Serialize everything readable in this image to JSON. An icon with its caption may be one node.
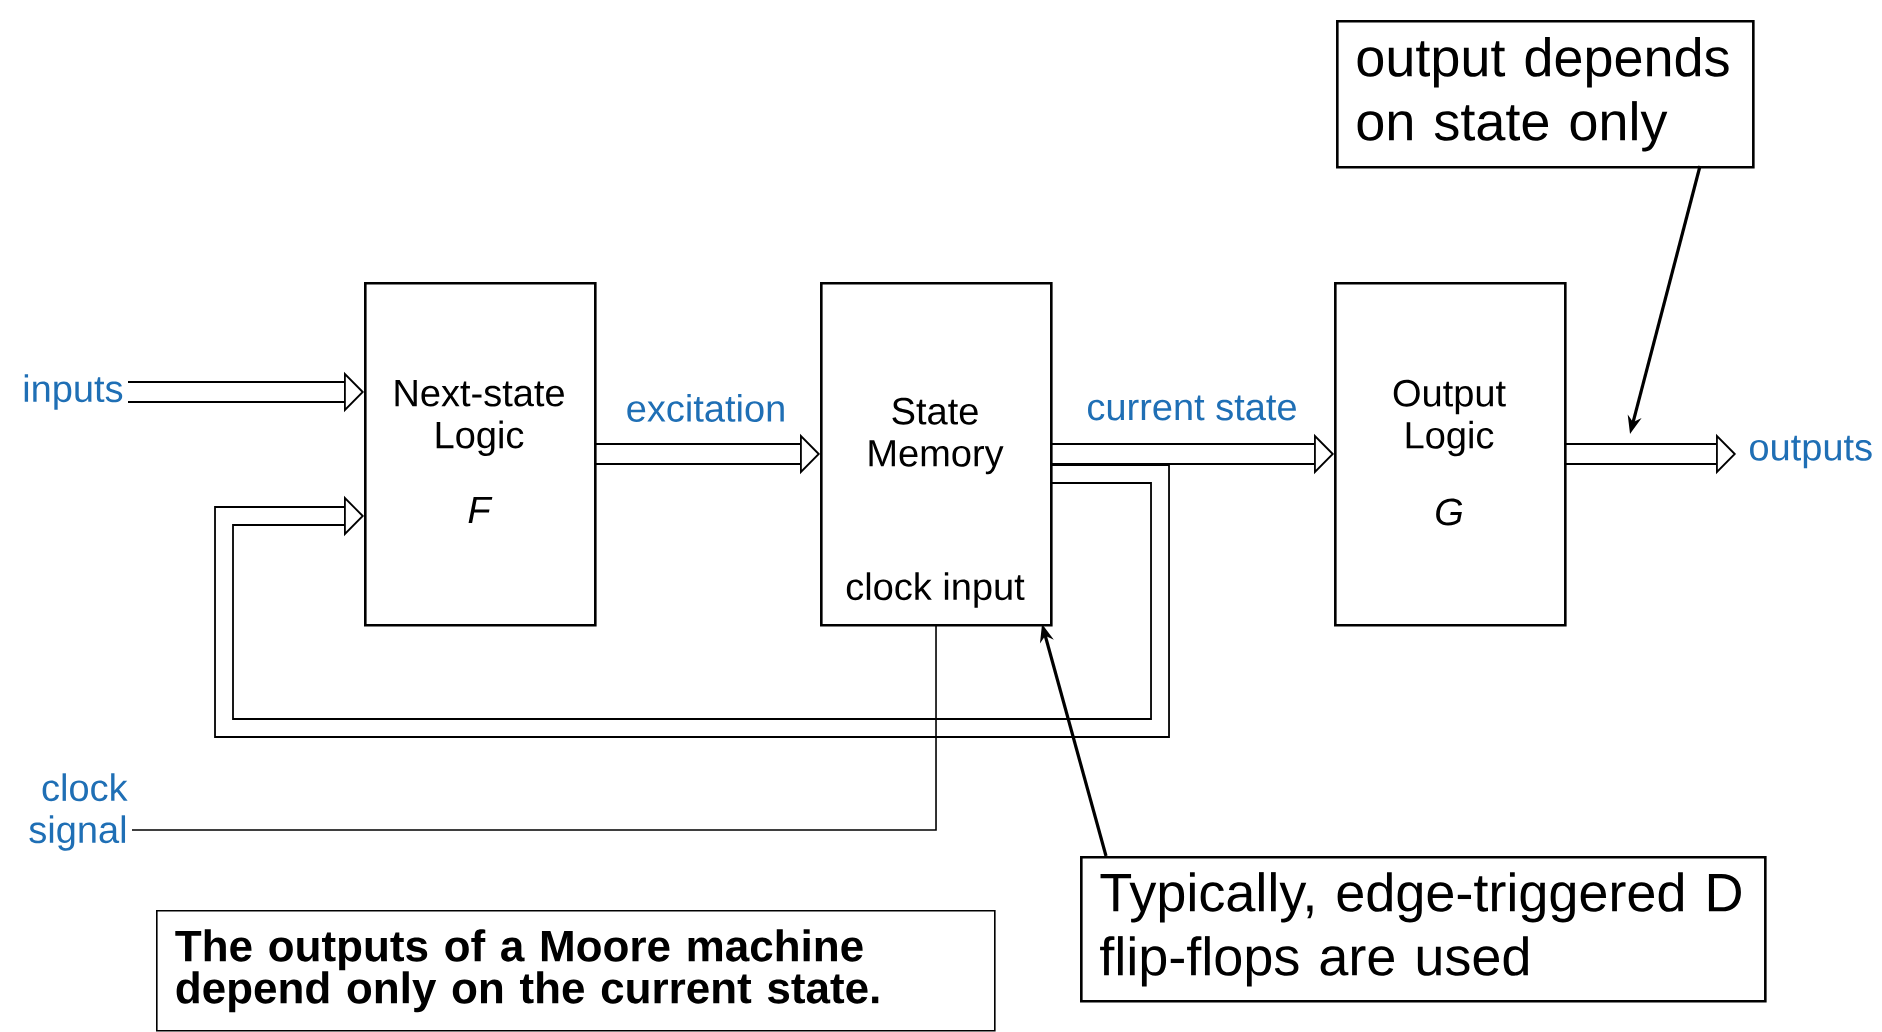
{
  "diagram": {
    "nodes": [
      {
        "text": [
          "inputs"
        ]
      },
      {
        "text": [
          "Next-state Logic",
          "F"
        ]
      },
      {
        "text": [
          "State Memory",
          "clock input"
        ]
      },
      {
        "text": [
          "Output Logic",
          "G"
        ]
      },
      {
        "text": [
          "outputs"
        ]
      },
      {
        "text": [
          "clock signal"
        ]
      },
      {
        "text": [
          "output depends on state only"
        ]
      },
      {
        "text": [
          "Typically, edge-triggered D flip-flops are used"
        ]
      },
      {
        "text": [
          "The outputs of a Moore machine depend only on the current state."
        ]
      }
    ],
    "edges": [
      {
        "from": 0,
        "to": 1,
        "arrow": "to"
      },
      {
        "from": 1,
        "to": 2,
        "arrow": "to",
        "label": "excitation"
      },
      {
        "from": 2,
        "to": 3,
        "arrow": "to",
        "label": "current state"
      },
      {
        "from": 3,
        "to": 4,
        "arrow": "to"
      },
      {
        "from": 2,
        "to": 1,
        "arrow": "to"
      },
      {
        "from": 5,
        "to": 2,
        "arrow": "none"
      },
      {
        "from": 6,
        "to": null,
        "arrow": "to"
      },
      {
        "from": 7,
        "to": 2,
        "arrow": "to"
      }
    ]
  }
}
